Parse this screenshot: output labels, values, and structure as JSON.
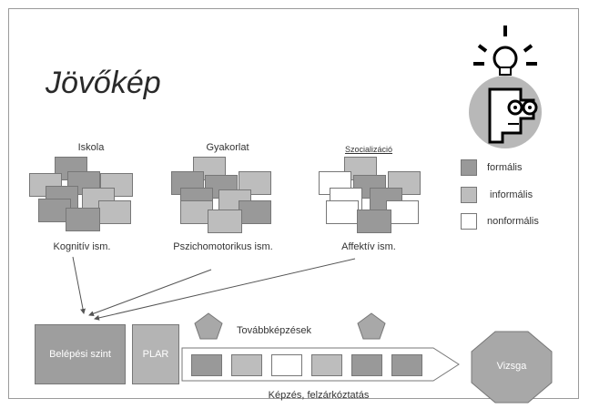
{
  "title": "Jövőkép",
  "columns": [
    {
      "heading": "Iskola",
      "caption": "Kognitív ism."
    },
    {
      "heading": "Gyakorlat",
      "caption": "Pszichomotorikus ism."
    },
    {
      "heading": "Szocializáció",
      "caption": "Affektív ism."
    }
  ],
  "legend": [
    {
      "label": "formális",
      "color": "#999999"
    },
    {
      "label": "informális",
      "color": "#bdbdbd"
    },
    {
      "label": "nonformális",
      "color": "#ffffff"
    }
  ],
  "entry_level": "Belépési szint",
  "plar": "PLAR",
  "continuing_education": "Továbbképzések",
  "training": "Képzés, felzárkóztatás",
  "exam": "Vizsga",
  "icon": "lightbulb-thinker-icon"
}
